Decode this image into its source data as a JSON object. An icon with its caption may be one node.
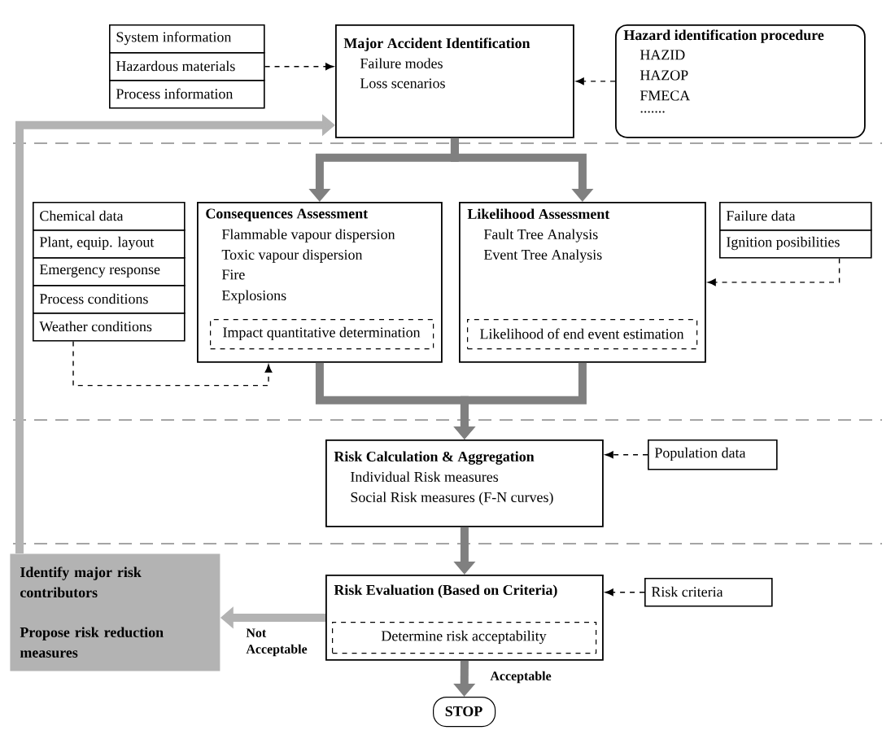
{
  "diagram": {
    "nodes": [
      {
        "text": [
          "System information"
        ]
      },
      {
        "text": [
          "Hazardous materials"
        ]
      },
      {
        "text": [
          "Process information"
        ]
      },
      {
        "text": [
          "Major Accident Identification",
          "Failure modes",
          "Loss scenarios"
        ]
      },
      {
        "text": [
          "Hazard identification procedure",
          "HAZID",
          "HAZOP",
          "FMECA",
          "......."
        ]
      },
      {
        "text": [
          "Chemical data"
        ]
      },
      {
        "text": [
          "Plant, equip. layout"
        ]
      },
      {
        "text": [
          "Emergency response"
        ]
      },
      {
        "text": [
          "Process conditions"
        ]
      },
      {
        "text": [
          "Weather conditions"
        ]
      },
      {
        "text": [
          "Consequences Assessment",
          "Flammable vapour dispersion",
          "Toxic vapour dispersion",
          "Fire",
          "Explosions"
        ]
      },
      {
        "text": [
          "Impact quantitative determination"
        ],
        "in": 10
      },
      {
        "text": [
          "Likelihood Assessment",
          "Fault Tree Analysis",
          "Event Tree Analysis"
        ]
      },
      {
        "text": [
          "Likelihood of end event estimation"
        ],
        "in": 12
      },
      {
        "text": [
          "Failure data"
        ]
      },
      {
        "text": [
          "Ignition posibilities"
        ]
      },
      {
        "text": [
          "Risk Calculation & Aggregation",
          "Individual Risk measures",
          "Social Risk measures (F-N curves)"
        ]
      },
      {
        "text": [
          "Population data"
        ]
      },
      {
        "text": [
          "Risk Evaluation (Based on Criteria)"
        ]
      },
      {
        "text": [
          "Determine risk acceptability"
        ],
        "in": 18
      },
      {
        "text": [
          "Risk criteria"
        ]
      },
      {
        "text": [
          "Identify major risk contributors",
          "Propose risk reduction measures"
        ]
      },
      {
        "text": [
          "STOP"
        ]
      }
    ],
    "edges": [
      {
        "from": 1,
        "to": 3,
        "arrow": "to",
        "style": "dashed"
      },
      {
        "from": 4,
        "to": 3,
        "arrow": "to",
        "style": "dashed"
      },
      {
        "from": 3,
        "to": 10,
        "arrow": "to",
        "color": "#808080"
      },
      {
        "from": 3,
        "to": 12,
        "arrow": "to",
        "color": "#808080"
      },
      {
        "from": 9,
        "to": 10,
        "arrow": "to",
        "style": "dashed"
      },
      {
        "from": 15,
        "to": 12,
        "arrow": "to",
        "style": "dashed"
      },
      {
        "from": 10,
        "to": 16,
        "arrow": "to",
        "color": "#808080"
      },
      {
        "from": 12,
        "to": 16,
        "arrow": "to",
        "color": "#808080"
      },
      {
        "from": 17,
        "to": 16,
        "arrow": "to",
        "style": "dashed"
      },
      {
        "from": 16,
        "to": 18,
        "arrow": "to",
        "color": "#808080"
      },
      {
        "from": 20,
        "to": 18,
        "arrow": "to",
        "style": "dashed"
      },
      {
        "from": 18,
        "to": 21,
        "arrow": "to",
        "color": "#b3b3b3",
        "label": "Not Acceptable"
      },
      {
        "from": 18,
        "to": 22,
        "arrow": "to",
        "color": "#808080",
        "label": "Acceptable"
      },
      {
        "from": 21,
        "to": 3,
        "arrow": "to",
        "color": "#b3b3b3"
      }
    ]
  }
}
